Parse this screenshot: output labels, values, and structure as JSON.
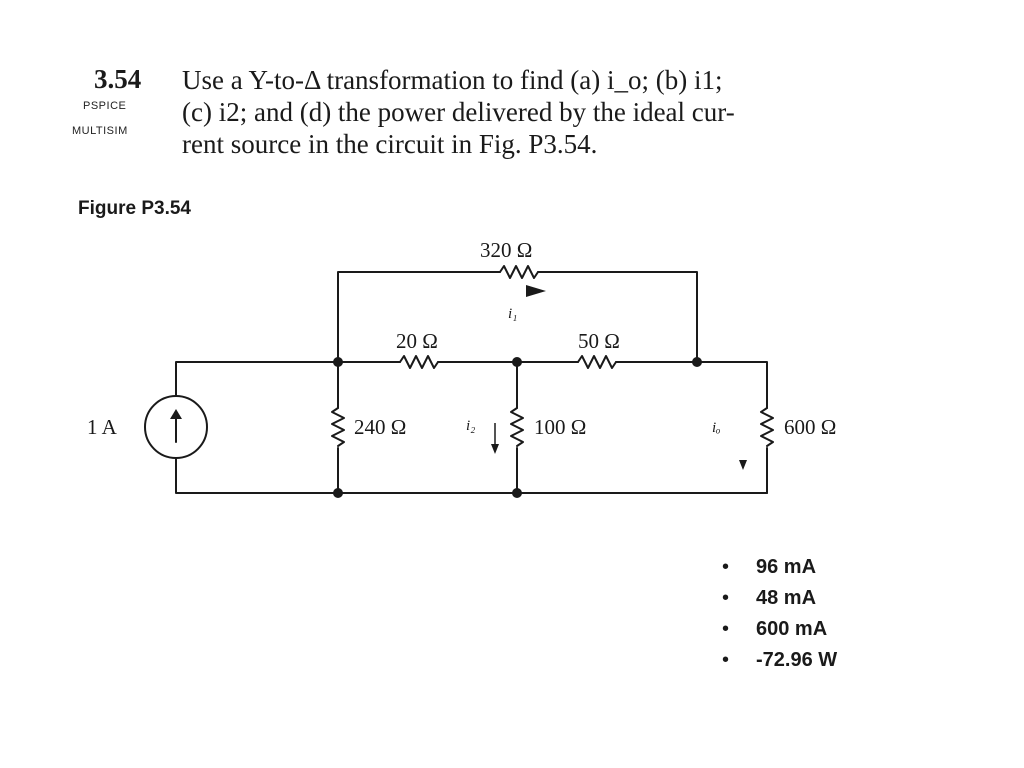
{
  "problem": {
    "number": "3.54",
    "tags": [
      "PSPICE",
      "MULTISIM"
    ],
    "lines": [
      "Use a Y-to-Δ transformation to find (a) i_o; (b) i1;",
      "(c) i2; and (d) the power delivered by the ideal cur-",
      "rent source in the circuit in Fig. P3.54."
    ]
  },
  "figure": {
    "caption": "Figure P3.54",
    "components": {
      "r_top": "320 Ω",
      "r_left_mid": "20 Ω",
      "r_right_mid": "50 Ω",
      "r_left_vert": "240 Ω",
      "r_center_vert": "100 Ω",
      "r_right_vert": "600 Ω",
      "source": "1 A"
    },
    "currents": {
      "i1": "i₁",
      "i2": "i₂",
      "io": "iₒ"
    }
  },
  "answers": [
    "96 mA",
    "48 mA",
    "600 mA",
    "-72.96 W"
  ],
  "bullet": "•"
}
